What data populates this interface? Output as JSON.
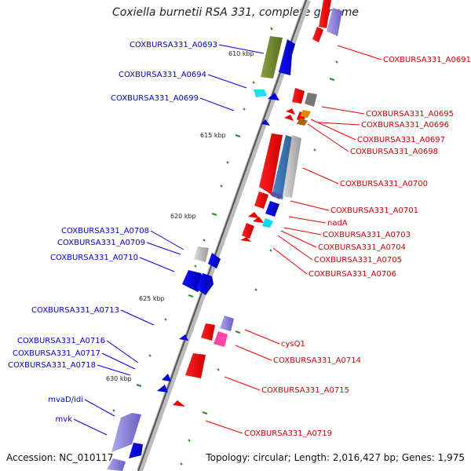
{
  "title": "Coxiella burnetii RSA 331, complete genome",
  "footer": {
    "accession": "Accession: NC_010117",
    "topology": "Topology: circular; Length: 2,016,427 bp; Genes: 1,975"
  },
  "ticks": [
    "610 kbp",
    "615 kbp",
    "620 kbp",
    "625 kbp",
    "630 kbp"
  ],
  "labels_left": [
    "COXBURSA331_A0693",
    "COXBURSA331_A0694",
    "COXBURSA331_A0699",
    "COXBURSA331_A0708",
    "COXBURSA331_A0709",
    "COXBURSA331_A0710",
    "COXBURSA331_A0713",
    "COXBURSA331_A0716",
    "COXBURSA331_A0717",
    "COXBURSA331_A0718",
    "mvaD/idi",
    "mvk"
  ],
  "labels_right": [
    "COXBURSA331_A0691",
    "COXBURSA331_A0695",
    "COXBURSA331_A0696",
    "COXBURSA331_A0697",
    "COXBURSA331_A0698",
    "COXBURSA331_A0700",
    "COXBURSA331_A0701",
    "nadA",
    "COXBURSA331_A0703",
    "COXBURSA331_A0704",
    "COXBURSA331_A0705",
    "COXBURSA331_A0706",
    "cysQ1",
    "COXBURSA331_A0714",
    "COXBURSA331_A0715",
    "COXBURSA331_A0719"
  ],
  "colors": {
    "forward": "#0000dd",
    "reverse": "#ee0000",
    "tick": "#2a8a2a",
    "backbone": "#888888"
  }
}
